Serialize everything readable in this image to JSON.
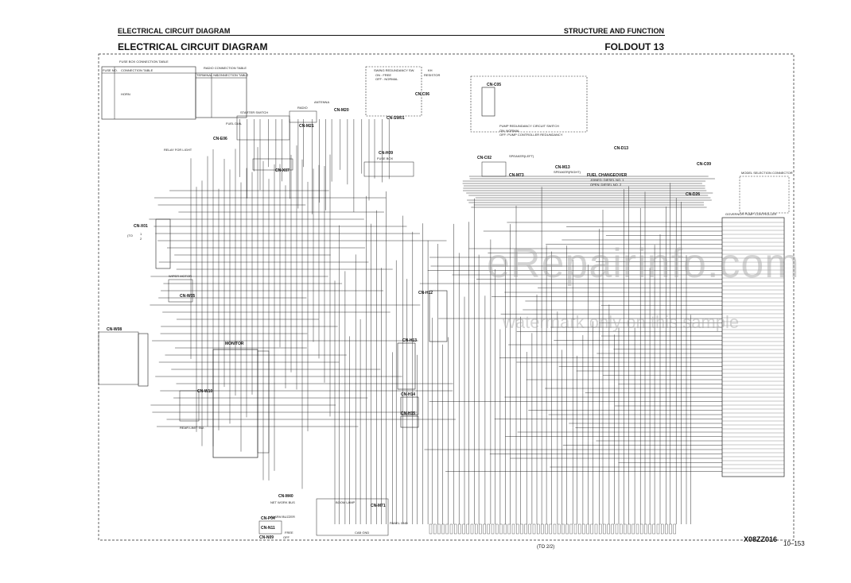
{
  "header": {
    "left": "ELECTRICAL CIRCUIT DIAGRAM",
    "right": "STRUCTURE AND FUNCTION"
  },
  "title": {
    "main": "ELECTRICAL CIRCUIT DIAGRAM",
    "foldout": "FOLDOUT 13"
  },
  "tables": {
    "fuse": {
      "title": "FUSE BOX CONNECTION TABLE",
      "col1": "FUSE NO.",
      "col2": "CONNECTION TABLE",
      "horn": "HORN"
    },
    "radio": {
      "title": "RADIO CONNECTION TABLE",
      "col1": "TERMINAL NO.",
      "col2": "CONNECTION TABLE"
    }
  },
  "labels": {
    "swing_redundancy": "SWING REDUNDANCY SW.",
    "on_free": "ON : FREE",
    "off_normal": "OFF : NORMAL",
    "kh": "KH",
    "resistor": "RESISTOR",
    "pump_redundancy": "PUMP REDUNDANCY CIRCUIT SWITCH",
    "pump_on": "ON: NORMAL",
    "pump_off": "OFF: PUMP CONTROLLER REDUNDANCY",
    "starter_switch": "STARTER SWITCH",
    "fuel_dial": "FUEL DIAL",
    "radio": "RADIO",
    "antenna": "ANTENNA",
    "relay_light": "RELAY FOR LIGHT",
    "fuse_box": "FUSE BOX",
    "speaker_left": "SPEAKER(LEFT)",
    "speaker_right": "SPEAKER(RIGHT)",
    "fuel_changeover": "FUEL CHANGEOVER",
    "joined": "JOINED: DIESEL NO. 1",
    "open": "OPEN: DIESEL NO. 2",
    "model_selection": "MODEL SELECTION CONNECTOR",
    "governor": "GOVERNOR PUMP CONTROLLER",
    "wiper_motor": "WIPER MOTOR",
    "monitor": "MONITOR",
    "rear_limit": "REAR LIMIT SW.",
    "network_bus": "NET WORK BUS",
    "boom_lamp": "BOOM LAMP",
    "panel_gnd": "PANEL GND",
    "cab_gnd": "CAB GND",
    "alarm_buzzer": "ALARM BUZZER",
    "free": "FREE",
    "off": "OFF",
    "to1": "(TO",
    "p1": "1",
    "p2": "2"
  },
  "connectors": [
    "CN-M20",
    "CN-C06",
    "CN-SW01",
    "CN-C05",
    "CN-E06",
    "CN-M21",
    "CN-X07",
    "CN-H09",
    "CN-C02",
    "CN-M73",
    "CN-M13",
    "CN-D13",
    "CN-C09",
    "CN-D26",
    "CN-X01",
    "CN-W05",
    "CN-W08",
    "CN-W10",
    "CN-H12",
    "CN-H13",
    "CN-H14",
    "CN-H15",
    "CN-M40",
    "CN-M71",
    "CN-P04",
    "CN-N11",
    "CN-N09"
  ],
  "watermark": {
    "main": "eRepairinfo.com",
    "sub": "watermark only on this sample"
  },
  "footer": {
    "code": "X08ZZ016",
    "page": "10–153",
    "to2": "(TO"
  }
}
